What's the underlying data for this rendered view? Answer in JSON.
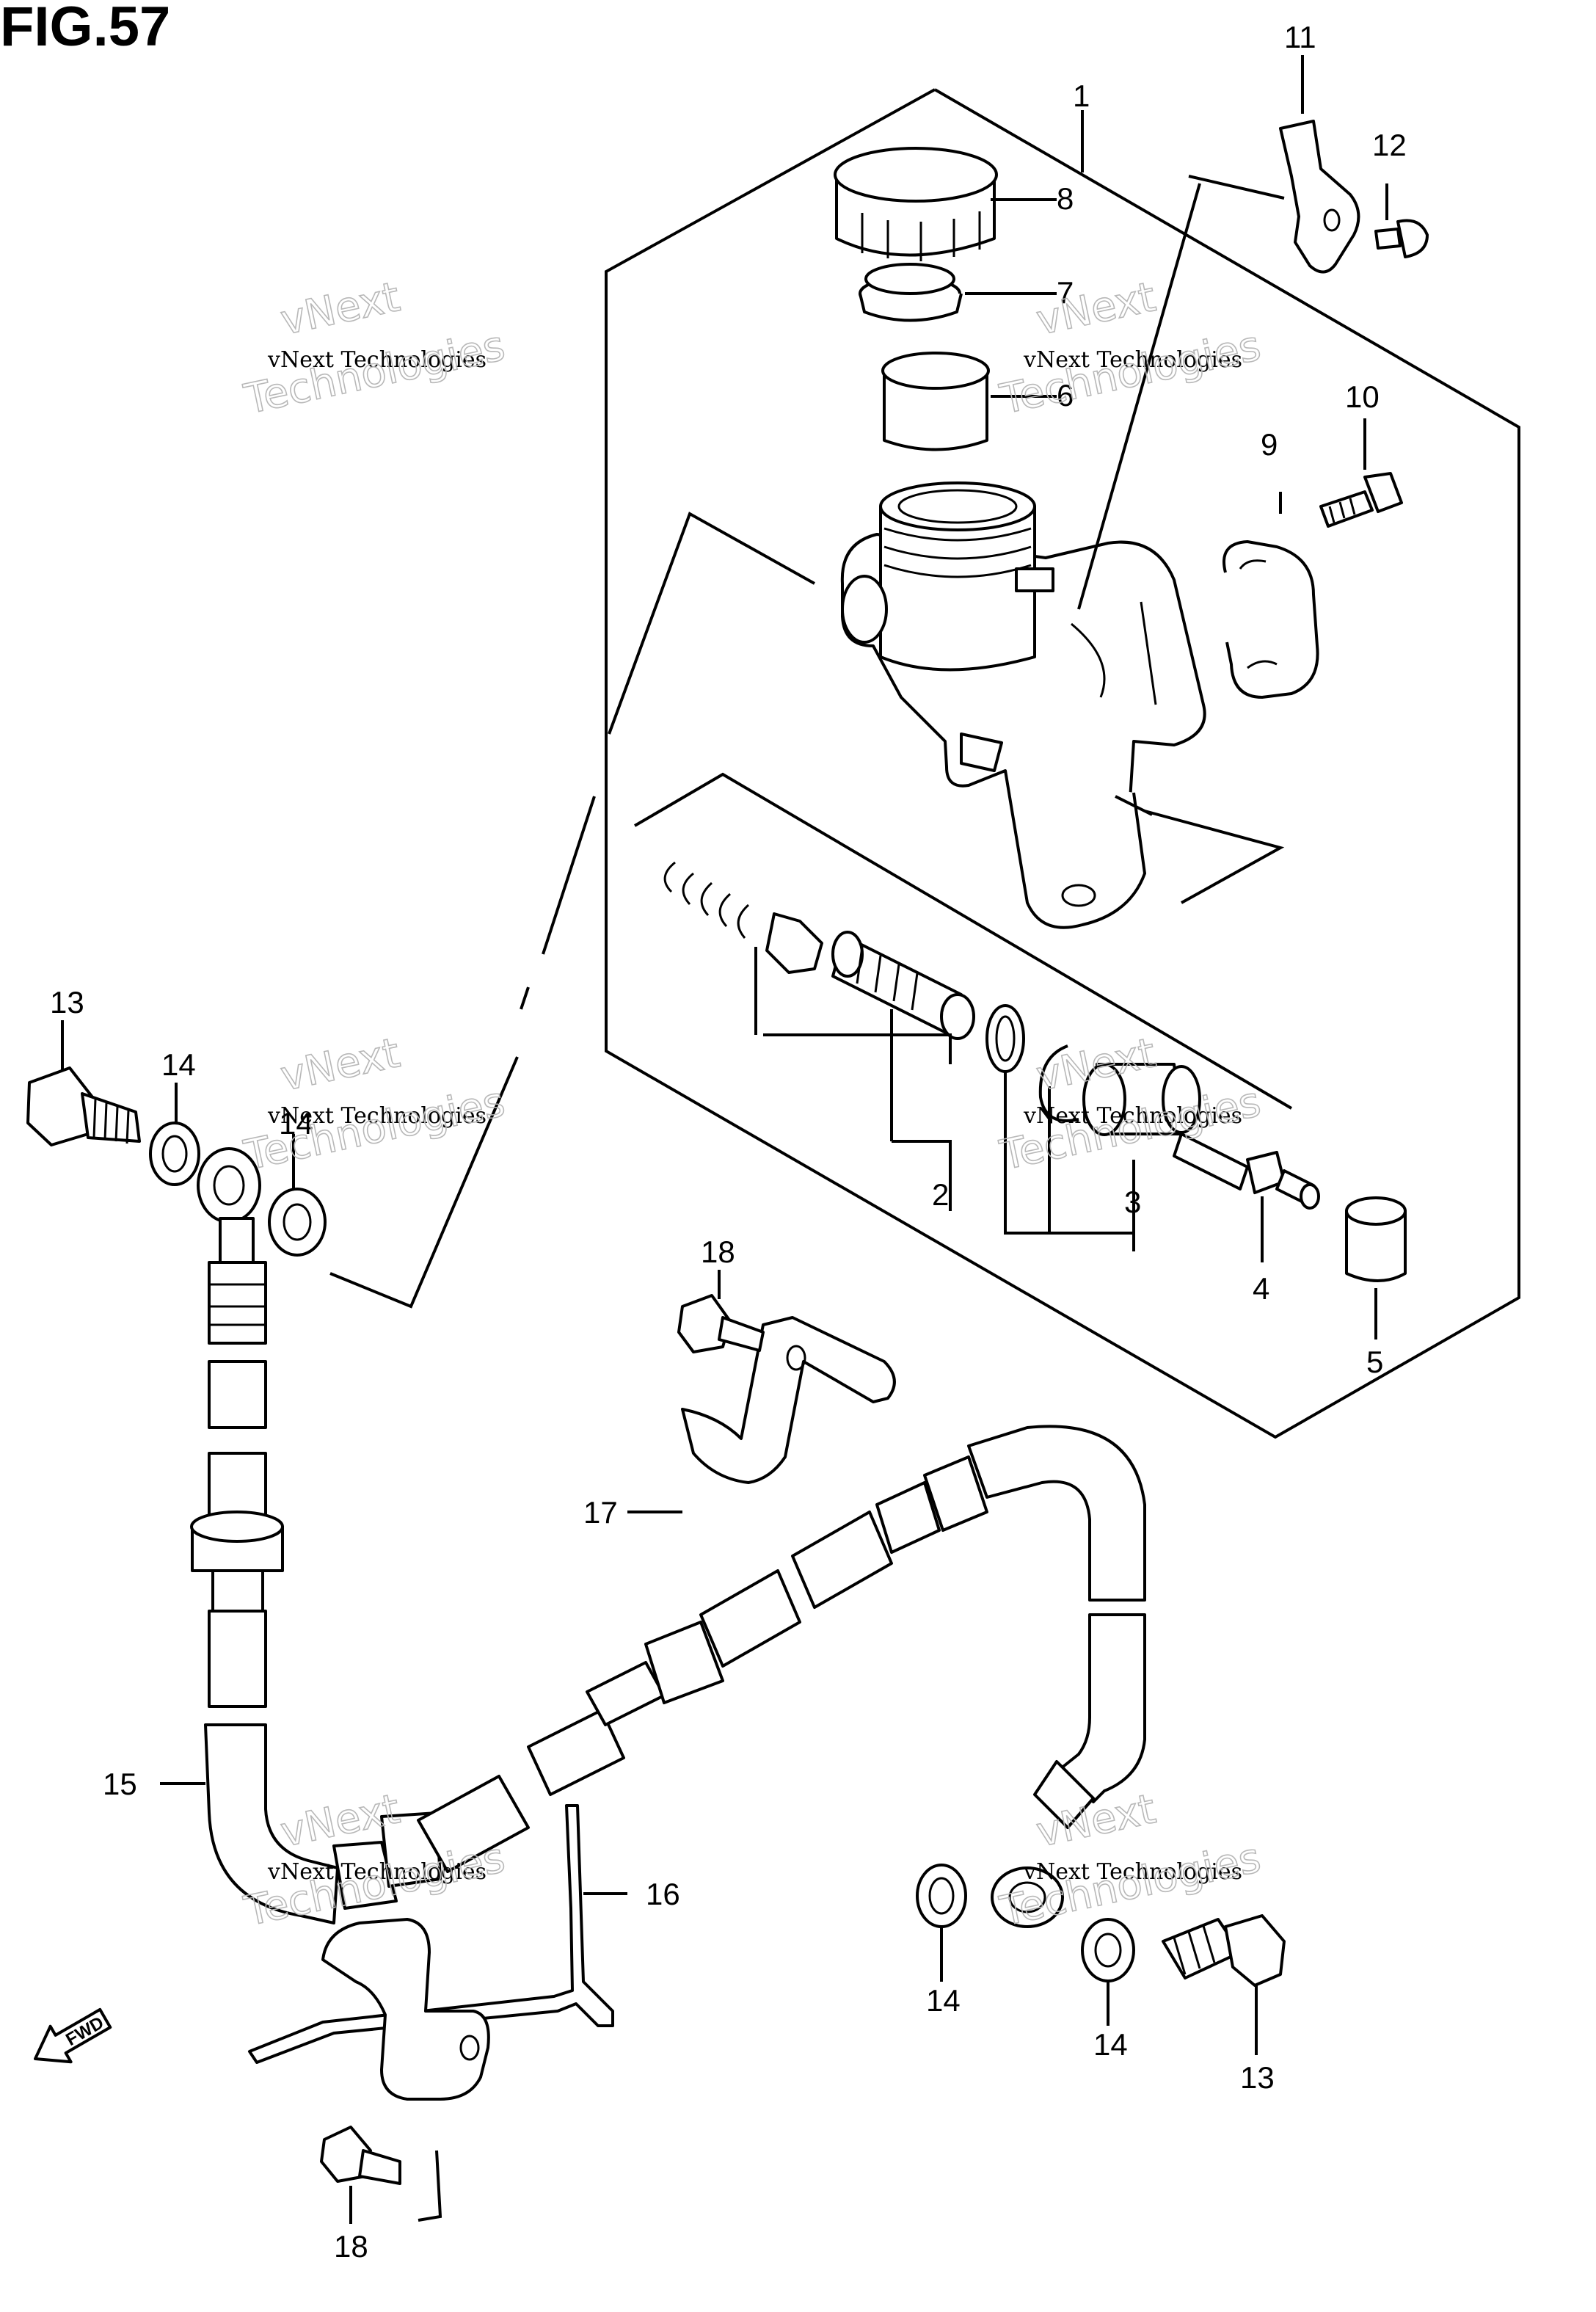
{
  "figure": {
    "title": "FIG.57"
  },
  "watermark": {
    "line1": "vNext",
    "line2": "vNext Technologies",
    "line3": "Technologies"
  },
  "direction_marker": {
    "label": "FWD"
  },
  "callouts": [
    {
      "id": "c1",
      "label": "1"
    },
    {
      "id": "c2",
      "label": "2"
    },
    {
      "id": "c3",
      "label": "3"
    },
    {
      "id": "c4",
      "label": "4"
    },
    {
      "id": "c5",
      "label": "5"
    },
    {
      "id": "c6",
      "label": "6"
    },
    {
      "id": "c7",
      "label": "7"
    },
    {
      "id": "c8",
      "label": "8"
    },
    {
      "id": "c9",
      "label": "9"
    },
    {
      "id": "c10",
      "label": "10"
    },
    {
      "id": "c11",
      "label": "11"
    },
    {
      "id": "c12",
      "label": "12"
    },
    {
      "id": "c13a",
      "label": "13"
    },
    {
      "id": "c13b",
      "label": "13"
    },
    {
      "id": "c14a",
      "label": "14"
    },
    {
      "id": "c14b",
      "label": "14"
    },
    {
      "id": "c14c",
      "label": "14"
    },
    {
      "id": "c14d",
      "label": "14"
    },
    {
      "id": "c15",
      "label": "15"
    },
    {
      "id": "c16",
      "label": "16"
    },
    {
      "id": "c17",
      "label": "17"
    },
    {
      "id": "c18a",
      "label": "18"
    },
    {
      "id": "c18b",
      "label": "18"
    }
  ]
}
